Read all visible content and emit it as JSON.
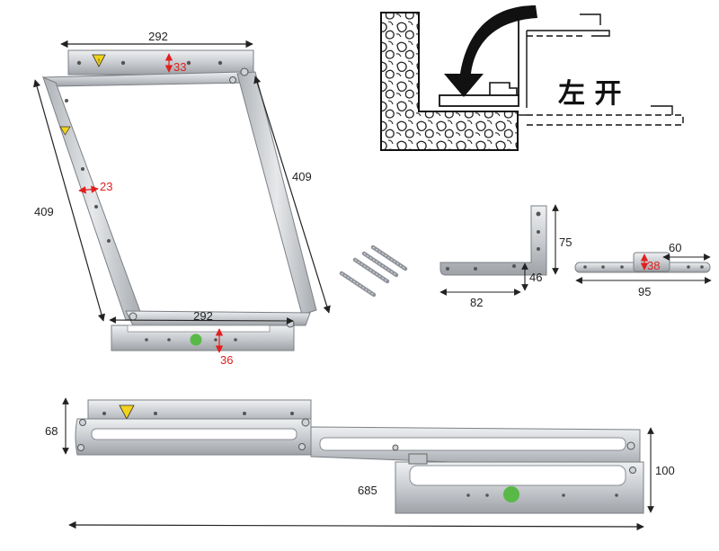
{
  "dimensions": {
    "top_width": "292",
    "top_height": "33",
    "left_length": "409",
    "right_length": "409",
    "side_width": "23",
    "bottom_width": "292",
    "bottom_height": "36",
    "bracket_vertical": "75",
    "bracket_horizontal": "82",
    "bracket_short": "46",
    "plate_width": "95",
    "plate_offset": "60",
    "plate_height": "38",
    "open_height": "68",
    "open_length": "685",
    "open_depth": "100"
  },
  "diagram_label": "左 开",
  "colors": {
    "dimension_red": "#e0201e",
    "steel_light": "#d6d8da",
    "steel_dark": "#8d9095",
    "warning_yellow": "#f3d21a",
    "badge_green": "#58b947"
  },
  "icons": {
    "warning": "warning-triangle-icon",
    "badge": "green-badge-icon",
    "arrow": "curved-arrow-icon"
  }
}
